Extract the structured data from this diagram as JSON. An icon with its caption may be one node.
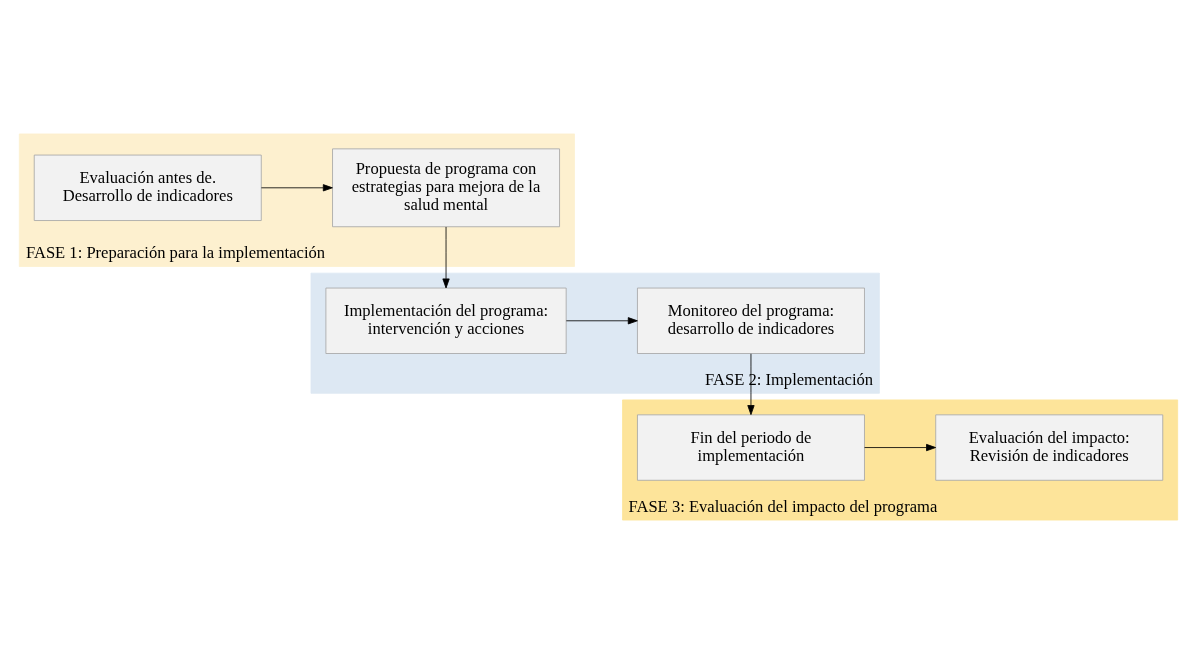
{
  "diagram": {
    "nodes": [
      {
        "text": [
          "FASE 1: Preparación para la implementación"
        ]
      },
      {
        "text": [
          "Evaluación antes de. Desarrollo de indicadores"
        ],
        "in": 0
      },
      {
        "text": [
          "Propuesta de programa con estrategias para mejora de la salud mental"
        ],
        "in": 0
      },
      {
        "text": [
          "FASE 2: Implementación"
        ]
      },
      {
        "text": [
          "Monitoreo del programa: desarrollo de indicadores"
        ],
        "in": 3
      },
      {
        "text": [
          "Implementación del programa: intervención y acciones"
        ],
        "in": 3
      },
      {
        "text": [
          "FASE 3: Evaluación del impacto del programa"
        ]
      },
      {
        "text": [
          "Fin del periodo de implementación"
        ],
        "in": 6
      },
      {
        "text": [
          "Evaluación del impacto: Revisión de indicadores"
        ],
        "in": 6
      }
    ],
    "edges": [
      {
        "from": 1,
        "to": 2,
        "arrow": "to"
      },
      {
        "from": 2,
        "to": 5,
        "arrow": "to"
      },
      {
        "from": 5,
        "to": 4,
        "arrow": "to"
      },
      {
        "from": 4,
        "to": 7,
        "arrow": "to"
      },
      {
        "from": 7,
        "to": 8,
        "arrow": "to"
      }
    ]
  }
}
